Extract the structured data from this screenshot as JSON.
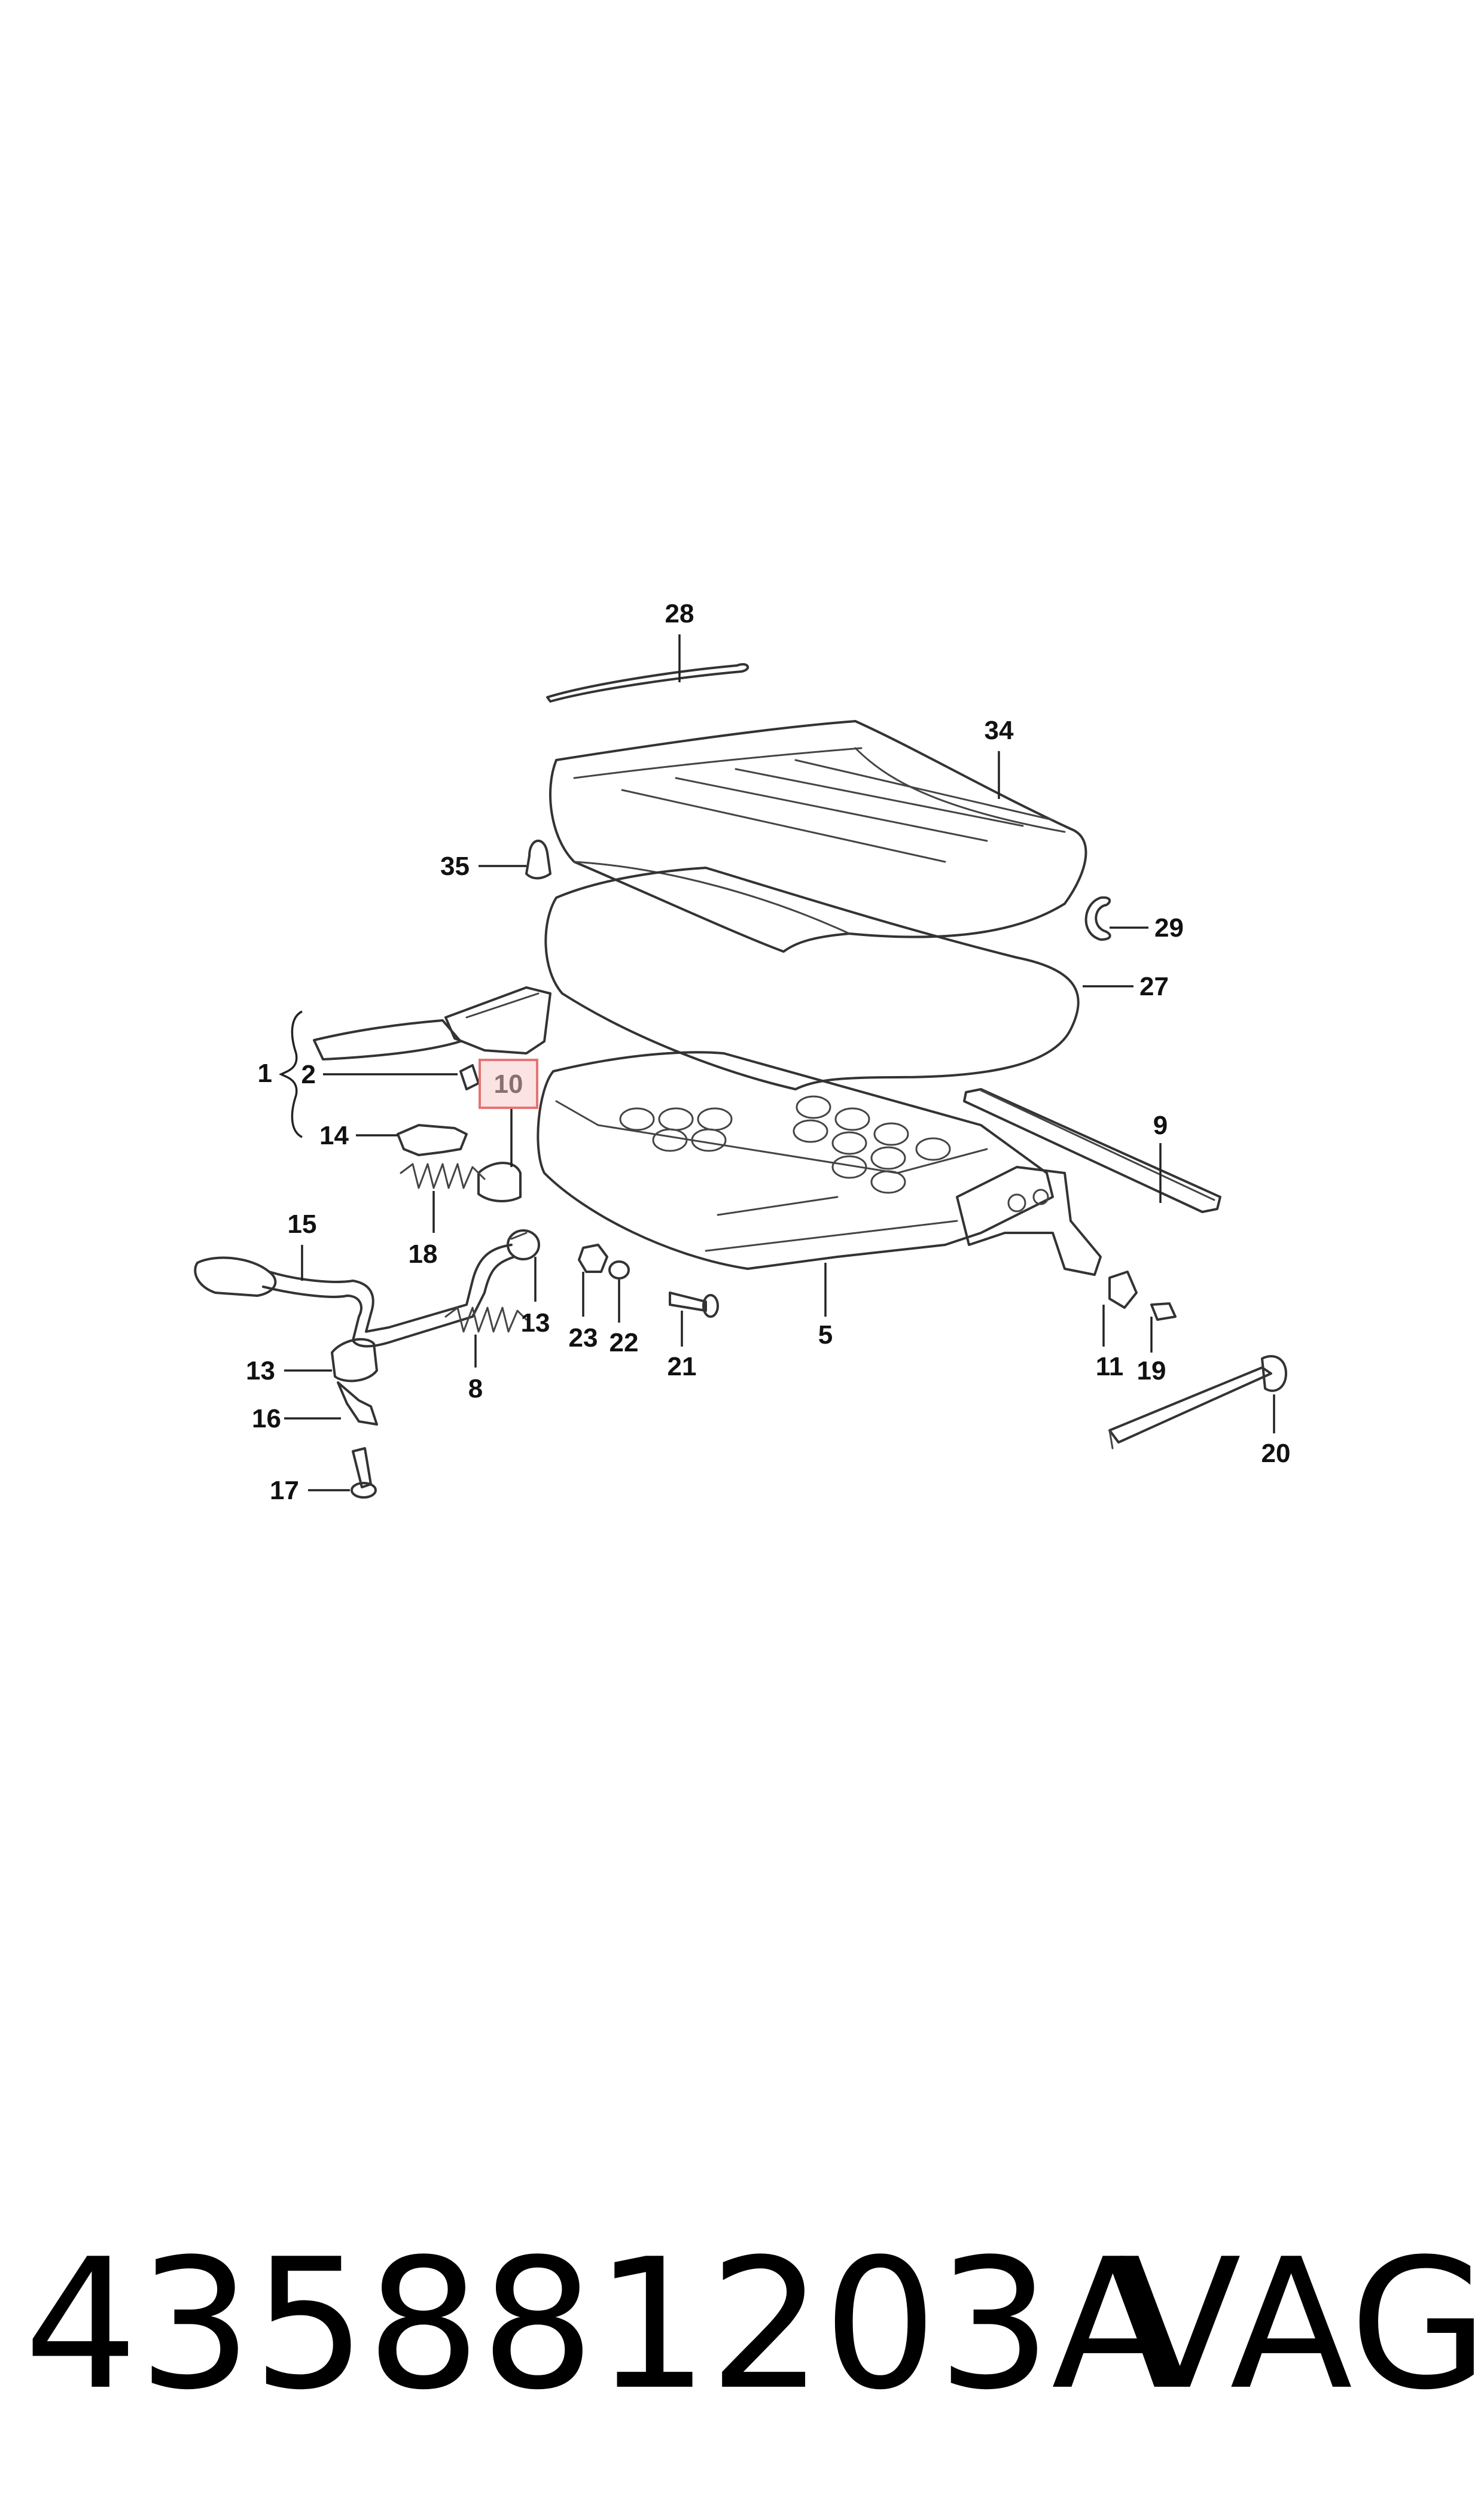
{
  "callouts": {
    "c1": "1",
    "c2": "2",
    "c5": "5",
    "c8": "8",
    "c9": "9",
    "c10": "10",
    "c11": "11",
    "c13a": "13",
    "c13b": "13",
    "c14": "14",
    "c15": "15",
    "c16": "16",
    "c17": "17",
    "c18": "18",
    "c19": "19",
    "c20": "20",
    "c21": "21",
    "c22": "22",
    "c23": "23",
    "c27": "27",
    "c28": "28",
    "c29": "29",
    "c34": "34",
    "c35": "35"
  },
  "highlight": {
    "callout": "10",
    "color": "#e57373",
    "fill": "#fbe3e3"
  },
  "footer": {
    "part_number": "435881203A",
    "brand": "VAG"
  },
  "colors": {
    "line": "#333333",
    "text": "#111111",
    "background": "#ffffff"
  }
}
